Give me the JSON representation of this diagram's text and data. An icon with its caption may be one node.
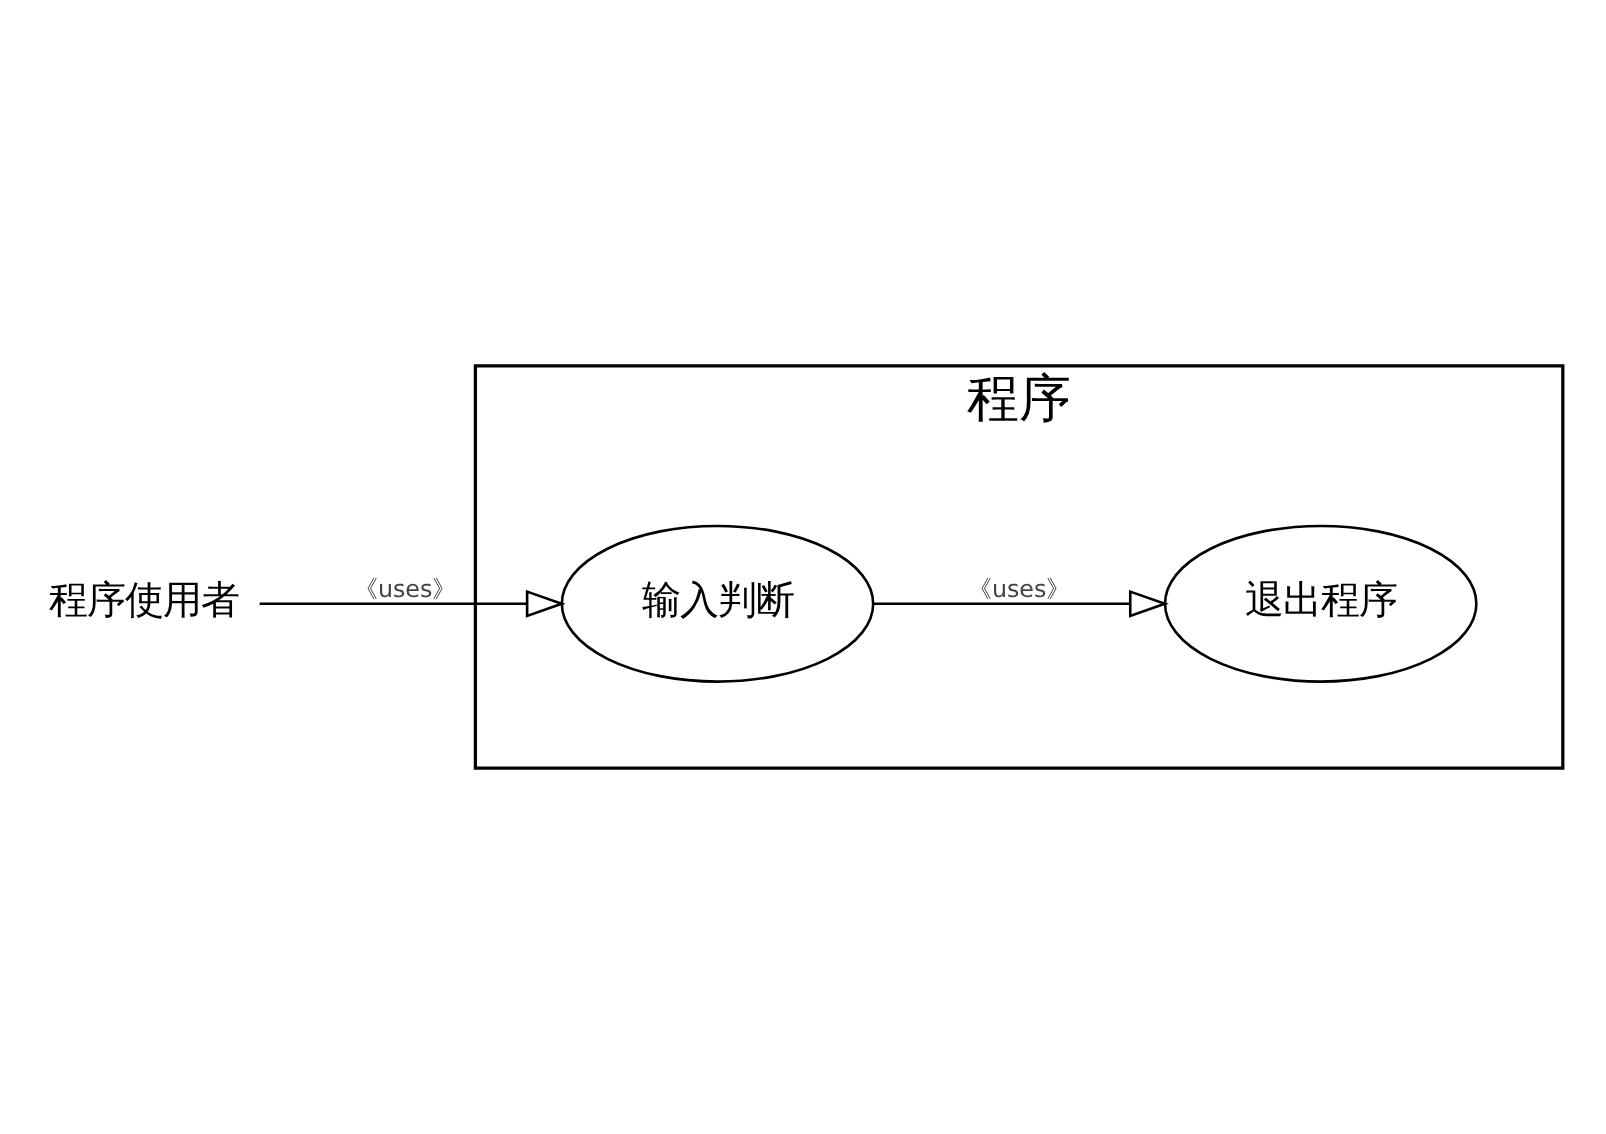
{
  "diagram": {
    "nodes": [
      {
        "text": [
          "程序"
        ]
      },
      {
        "text": [
          "程序使用者"
        ]
      },
      {
        "text": [
          "输入判断"
        ],
        "in": 0
      },
      {
        "text": [
          "退出程序"
        ],
        "in": 0
      }
    ],
    "edges": [
      {
        "from": 1,
        "to": 2,
        "arrow": "to",
        "label": "《uses》"
      },
      {
        "from": 2,
        "to": 3,
        "arrow": "to",
        "label": "《uses》"
      }
    ]
  }
}
